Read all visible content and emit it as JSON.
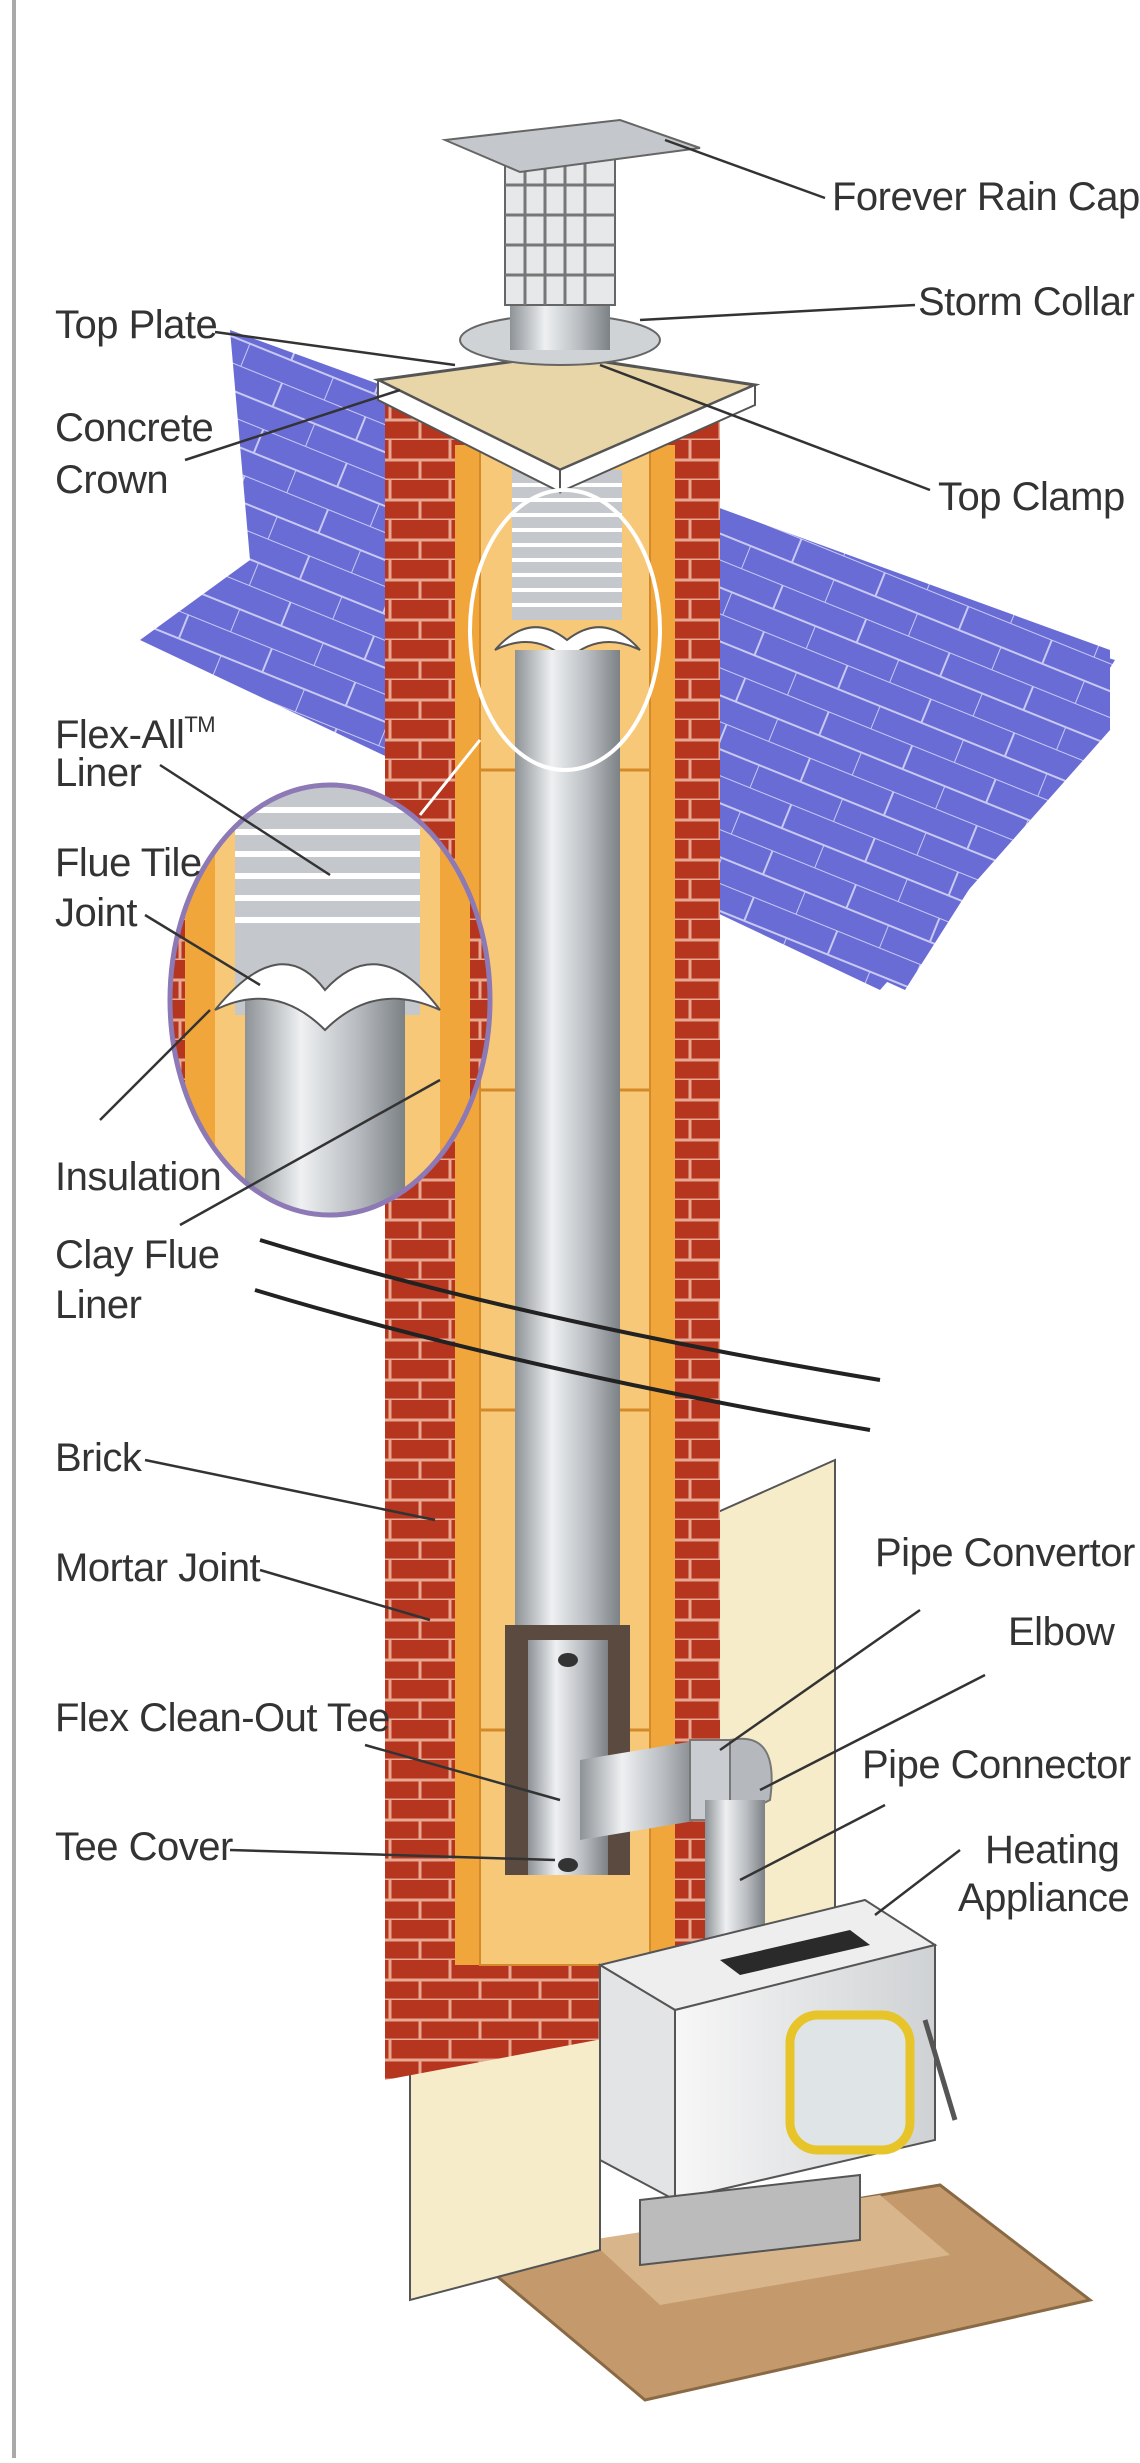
{
  "labels": {
    "forever_rain_cap": "Forever Rain Cap",
    "storm_collar": "Storm Collar",
    "top_plate": "Top Plate",
    "concrete_crown_1": "Concrete",
    "concrete_crown_2": "Crown",
    "top_clamp": "Top Clamp",
    "flex_all_liner_1": "Flex-All",
    "flex_all_liner_tm": "TM",
    "flex_all_liner_2": "Liner",
    "flue_tile_joint_1": "Flue Tile",
    "flue_tile_joint_2": "Joint",
    "insulation": "Insulation",
    "clay_flue_liner_1": "Clay Flue",
    "clay_flue_liner_2": "Liner",
    "brick": "Brick",
    "mortar_joint": "Mortar Joint",
    "flex_clean_out_tee": "Flex Clean-Out Tee",
    "tee_cover": "Tee Cover",
    "pipe_convertor": "Pipe Convertor",
    "elbow": "Elbow",
    "pipe_connector": "Pipe Connector",
    "heating_appliance_1": "Heating",
    "heating_appliance_2": "Appliance"
  },
  "colors": {
    "brick": "#b5351f",
    "mortar": "#e8a890",
    "insulation": "#f0a63a",
    "clay_liner": "#f7c877",
    "flex_liner": "#b8bcc0",
    "roof": "#6a6cd6",
    "wall": "#f6ecc9",
    "floor_pad": "#c49a6c",
    "crown": "#e8d5a8"
  }
}
